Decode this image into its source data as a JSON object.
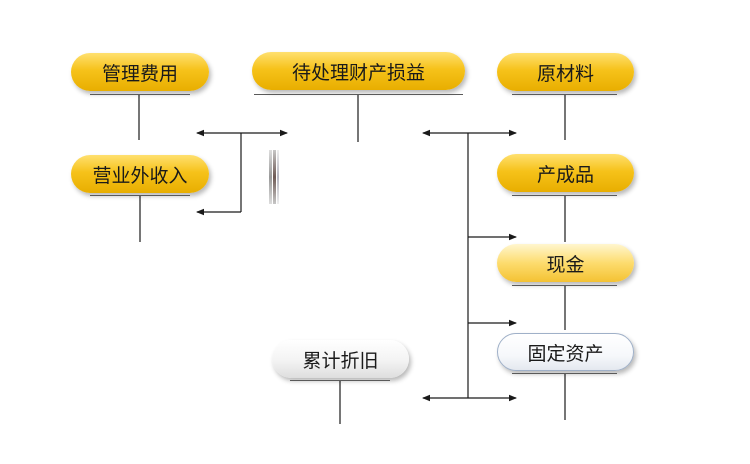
{
  "nodes": {
    "admin_expenses": "管理费用",
    "pending_loss": "待处理财产损益",
    "raw_materials": "原材料",
    "non_operating_income": "营业外收入",
    "finished_goods": "产成品",
    "cash": "现金",
    "fixed_assets": "固定资产",
    "accumulated_depreciation": "累计折旧"
  },
  "colors": {
    "node_gold": "#f6c21a",
    "node_pale_gold": "#fddc6e",
    "node_grey": "#f3f3f3",
    "line": "#1a1a1a"
  }
}
